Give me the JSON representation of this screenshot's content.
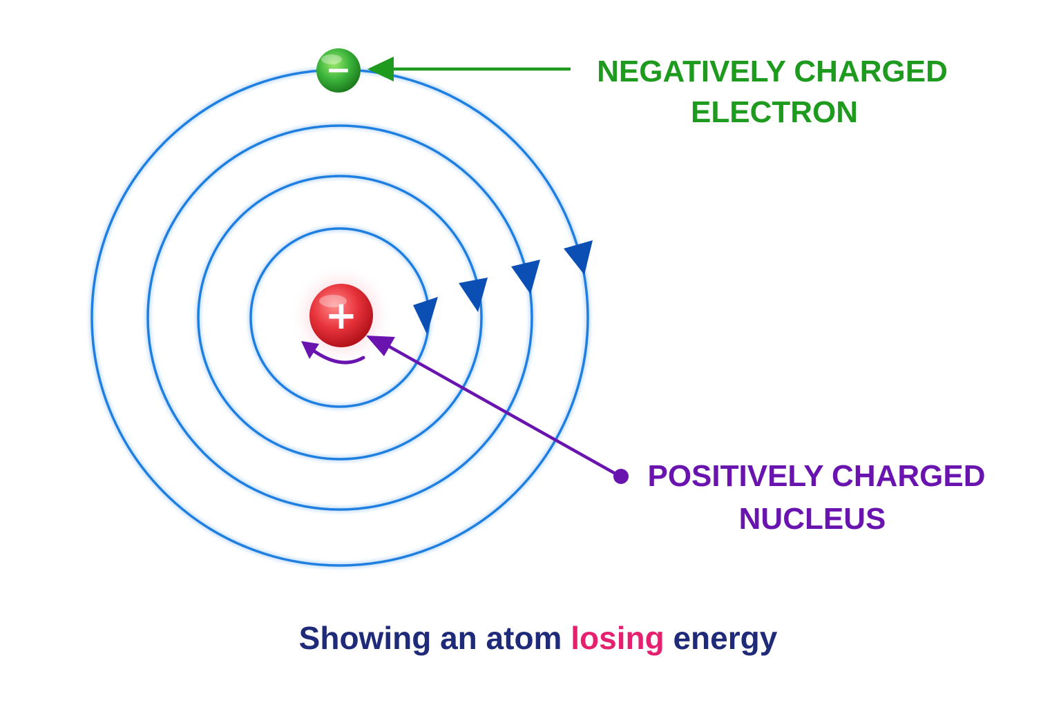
{
  "electron_label": {
    "line1": "NEGATIVELY CHARGED",
    "line2": "ELECTRON",
    "color": "#1e9a1e"
  },
  "nucleus_label": {
    "line1": "POSITIVELY CHARGED",
    "line2": "NUCLEUS",
    "color": "#6a14b0"
  },
  "caption": {
    "prefix": "Showing an atom ",
    "highlight": "losing",
    "suffix": " energy",
    "color": "#1f2a78",
    "highlight_color": "#e5206e"
  },
  "electron_symbol": "−",
  "nucleus_symbol": "+",
  "colors": {
    "orbit": "#1e7fe0",
    "orbit_arrow": "#0b4fb5",
    "electron": "#3cb43c",
    "nucleus": "#e8333b",
    "nucleus_glow": "#f7b8c6",
    "pointer": "#6a14b0"
  },
  "orbit_count": 4
}
